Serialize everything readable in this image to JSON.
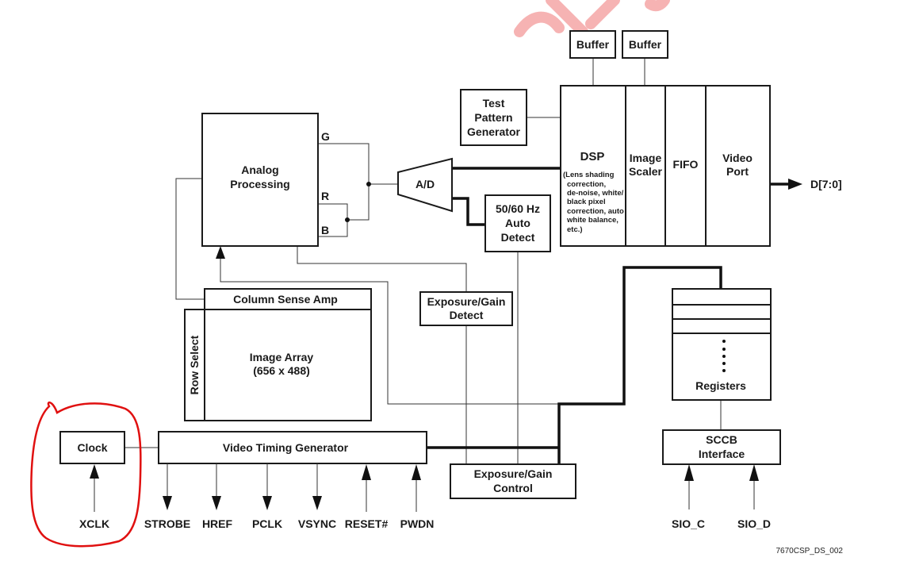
{
  "diagram": {
    "figure_id": "7670CSP_DS_002",
    "blocks": {
      "buffer_1": "Buffer",
      "buffer_2": "Buffer",
      "test_pattern": [
        "Test",
        "Pattern",
        "Generator"
      ],
      "analog_processing": [
        "Analog",
        "Processing"
      ],
      "ad_converter": "A/D",
      "auto_detect": [
        "50/60 Hz",
        "Auto",
        "Detect"
      ],
      "dsp_title": "DSP",
      "dsp_detail": [
        "(Lens shading",
        "correction,",
        "de-noise, white/",
        "black pixel",
        "correction, auto",
        "white balance,",
        "etc.)"
      ],
      "image_scaler": [
        "Image",
        "Scaler"
      ],
      "fifo": "FIFO",
      "video_port": [
        "Video",
        "Port"
      ],
      "column_sense_amp": "Column Sense Amp",
      "row_select": "Row Select",
      "image_array": [
        "Image Array",
        "(656 x 488)"
      ],
      "exposure_detect": [
        "Exposure/Gain",
        "Detect"
      ],
      "registers": "Registers",
      "sccb_interface": [
        "SCCB",
        "Interface"
      ],
      "clock": "Clock",
      "video_timing_generator": "Video Timing Generator",
      "exposure_control": [
        "Exposure/Gain",
        "Control"
      ]
    },
    "channels": {
      "g": "G",
      "r": "R",
      "b": "B"
    },
    "output_bus": "D[7:0]",
    "pins": {
      "xclk": "XCLK",
      "strobe": "STROBE",
      "href": "HREF",
      "pclk": "PCLK",
      "vsync": "VSYNC",
      "reset": "RESET#",
      "pwdn": "PWDN",
      "sio_c": "SIO_C",
      "sio_d": "SIO_D"
    },
    "annotation_color": "#e01010"
  }
}
